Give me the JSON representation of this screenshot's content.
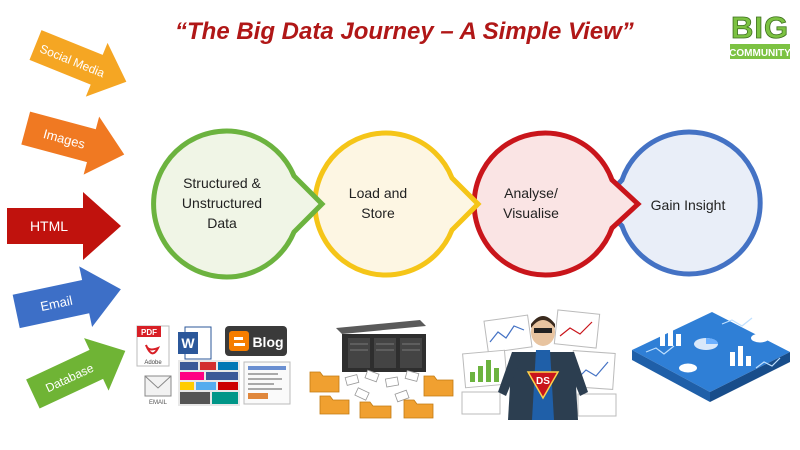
{
  "title": "“The Big Data Journey – A Simple View”",
  "logo": {
    "line1": "BIG",
    "line2": "COMMUNITY",
    "color": "#7cc242"
  },
  "sources": [
    {
      "label": "Social Media",
      "color": "#f5a623"
    },
    {
      "label": "Images",
      "color": "#f07922"
    },
    {
      "label": "HTML",
      "color": "#c0120d"
    },
    {
      "label": "Email",
      "color": "#3d6fc7"
    },
    {
      "label": "Database",
      "color": "#6fb435"
    }
  ],
  "stages": [
    {
      "lines": [
        "Structured &",
        "Unstructured",
        "Data"
      ],
      "color": "#6cb33f",
      "fill": "#f0f5e6"
    },
    {
      "lines": [
        "Load and",
        "Store"
      ],
      "color": "#f5c518",
      "fill": "#fdf6e3"
    },
    {
      "lines": [
        "Analyse/",
        "Visualise"
      ],
      "color": "#c9151b",
      "fill": "#fae4e4"
    },
    {
      "lines": [
        "Gain Insight"
      ],
      "color": "#4472c4",
      "fill": "#e9eef8"
    }
  ],
  "source_icons": {
    "pdf": "PDF",
    "pdf_sub": "Adobe",
    "word": "W",
    "blog": "Blog",
    "email": "EMAIL"
  },
  "superhero_badge": "DS",
  "colors": {
    "title": "#b01717"
  }
}
